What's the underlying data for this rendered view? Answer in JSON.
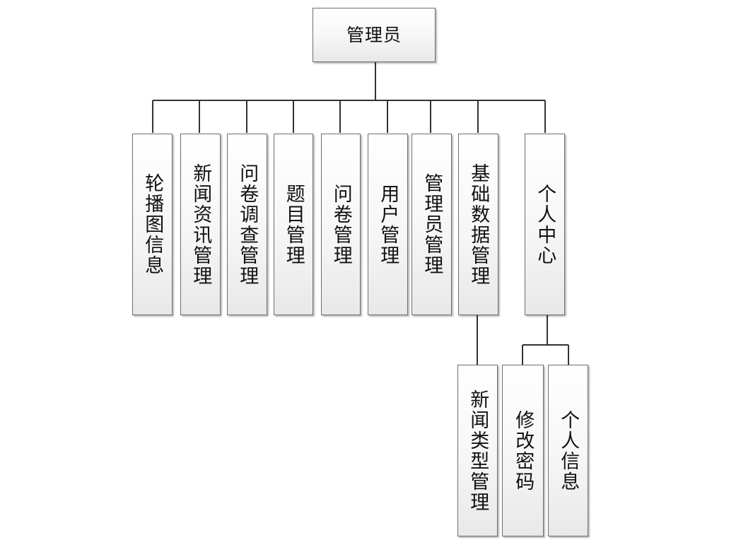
{
  "root": {
    "label": "管理员"
  },
  "nodes": [
    {
      "label": "轮播图信息"
    },
    {
      "label": "新闻资讯管理"
    },
    {
      "label": "问卷调查管理"
    },
    {
      "label": "题目管理"
    },
    {
      "label": "问卷管理"
    },
    {
      "label": "用户管理"
    },
    {
      "label": "管理员管理"
    },
    {
      "label": "基础数据管理"
    },
    {
      "label": "个人中心"
    },
    {
      "label": "新闻类型管理"
    },
    {
      "label": "修改密码"
    },
    {
      "label": "个人信息"
    }
  ]
}
